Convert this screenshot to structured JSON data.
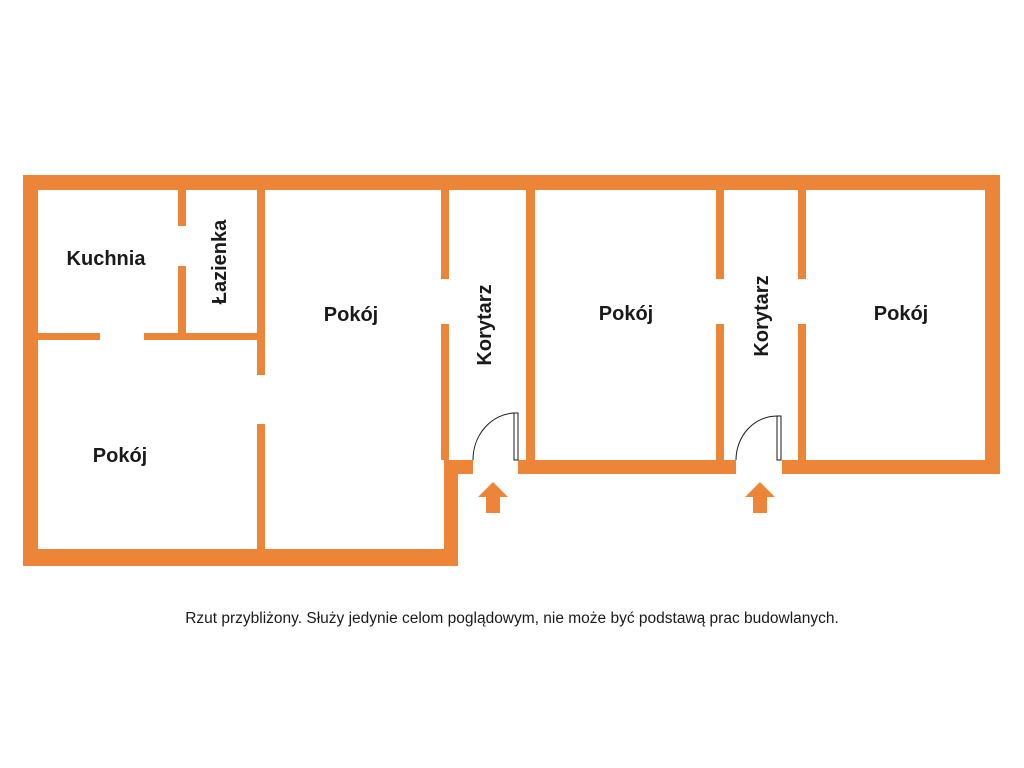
{
  "colors": {
    "wall": "#ED8539",
    "door_line": "#1a1a1a",
    "background": "#ffffff",
    "text": "#1a1a1a"
  },
  "rooms": {
    "kitchen": "Kuchnia",
    "bathroom": "Łazienka",
    "room_left_bottom": "Pokój",
    "room_left_large": "Pokój",
    "corridor_1": "Korytarz",
    "room_middle": "Pokój",
    "corridor_2": "Korytarz",
    "room_right": "Pokój"
  },
  "icons": {
    "entrance_1": "arrow-up-icon",
    "entrance_2": "arrow-up-icon",
    "door_1": "door-swing-icon",
    "door_2": "door-swing-icon"
  },
  "caption": "Rzut przybliżony. Służy jedynie celom poglądowym, nie może być podstawą prac budowlanych."
}
